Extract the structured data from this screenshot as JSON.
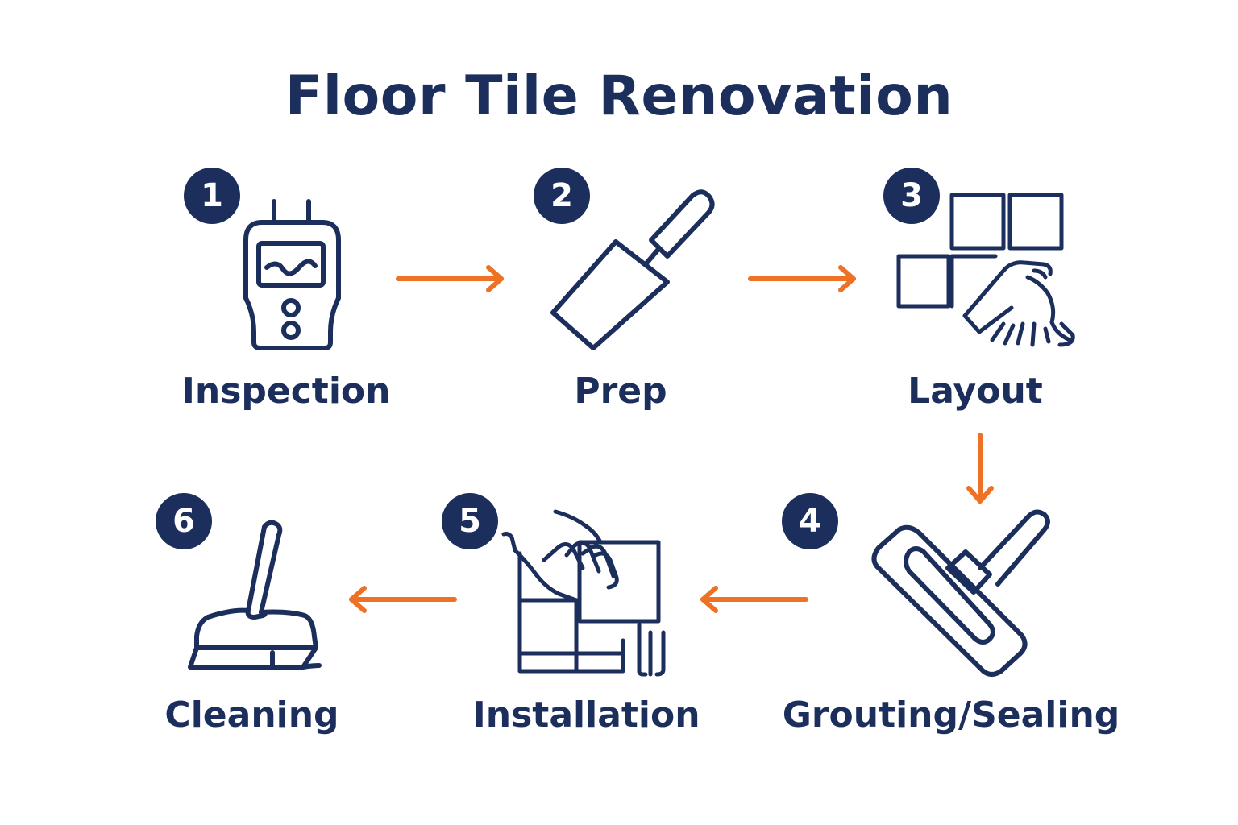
{
  "title": "Floor Tile Renovation",
  "colors": {
    "primary": "#1c2f5c",
    "accent": "#ee7124",
    "background": "#ffffff"
  },
  "steps": [
    {
      "number": "1",
      "label": "Inspection",
      "icon": "moisture-meter-icon"
    },
    {
      "number": "2",
      "label": "Prep",
      "icon": "trowel-icon"
    },
    {
      "number": "3",
      "label": "Layout",
      "icon": "tile-layout-hand-icon"
    },
    {
      "number": "4",
      "label": "Grouting/Sealing",
      "icon": "grout-float-icon"
    },
    {
      "number": "5",
      "label": "Installation",
      "icon": "tile-placement-hand-icon"
    },
    {
      "number": "6",
      "label": "Cleaning",
      "icon": "broom-icon"
    }
  ],
  "connectors": [
    {
      "from": "1",
      "to": "2",
      "direction": "right"
    },
    {
      "from": "2",
      "to": "3",
      "direction": "right"
    },
    {
      "from": "3",
      "to": "4",
      "direction": "down"
    },
    {
      "from": "4",
      "to": "5",
      "direction": "left"
    },
    {
      "from": "5",
      "to": "6",
      "direction": "left"
    }
  ]
}
